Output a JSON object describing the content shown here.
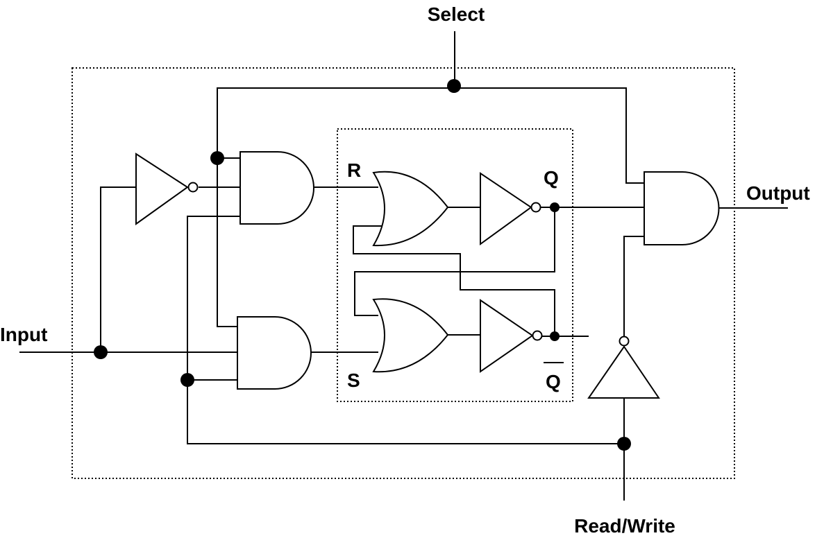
{
  "labels": {
    "select": "Select",
    "input": "Input",
    "output": "Output",
    "read_write": "Read/Write",
    "r": "R",
    "s": "S",
    "q": "Q",
    "q_bar": "Q"
  }
}
